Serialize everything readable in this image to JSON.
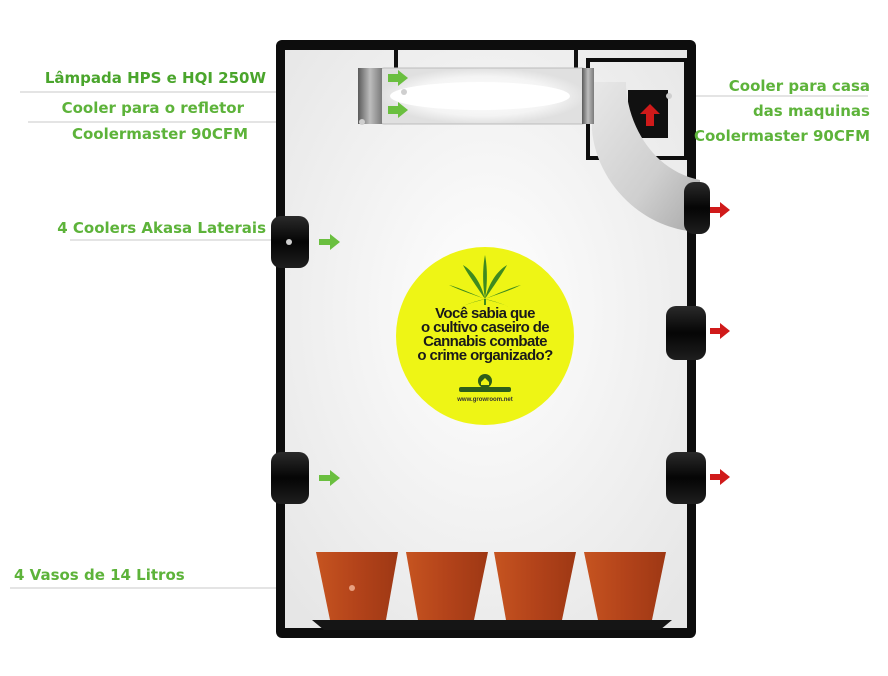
{
  "labels": {
    "lamp": "Lâmpada HPS e HQI 250W",
    "reflector_cooler_line1": "Cooler para o refletor",
    "reflector_cooler_line2": "Coolermaster 90CFM",
    "engine_cooler_line1": "Cooler para casa",
    "engine_cooler_line2": "das maquinas",
    "engine_cooler_line3": "Coolermaster 90CFM",
    "side_coolers": "4 Coolers Akasa Laterais",
    "pots": "4 Vasos de 14 Litros"
  },
  "poster": {
    "text_line1": "Você sabia que",
    "text_line2": "o cultivo caseiro de",
    "text_line3": "Cannabis combate",
    "text_line4": "o crime organizado?",
    "url": "www.growroom.net"
  },
  "colors": {
    "label_green": "#5db33a",
    "lamp_label_green": "#4aa52c",
    "arrow_green": "#6abf3f",
    "arrow_red": "#d01a1a",
    "pot": "#b9471a",
    "poster_bg": "#eef515"
  }
}
